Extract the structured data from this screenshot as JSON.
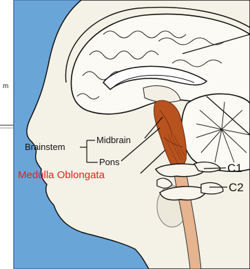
{
  "left_panel": {
    "upper_fragment": "m"
  },
  "labels": {
    "brainstem": "Brainstem",
    "midbrain": "Midbrain",
    "pons": "Pons",
    "medulla": "Medulla Oblongata",
    "c1": "C1",
    "c2": "C2"
  },
  "colors": {
    "background_blue": "#6aa5d8",
    "skin": "#f4f1e6",
    "brainstem_brown": "#b8521f",
    "spinal_cord": "#e6b48f",
    "medulla_text": "#e0201b",
    "outline": "#111111"
  }
}
